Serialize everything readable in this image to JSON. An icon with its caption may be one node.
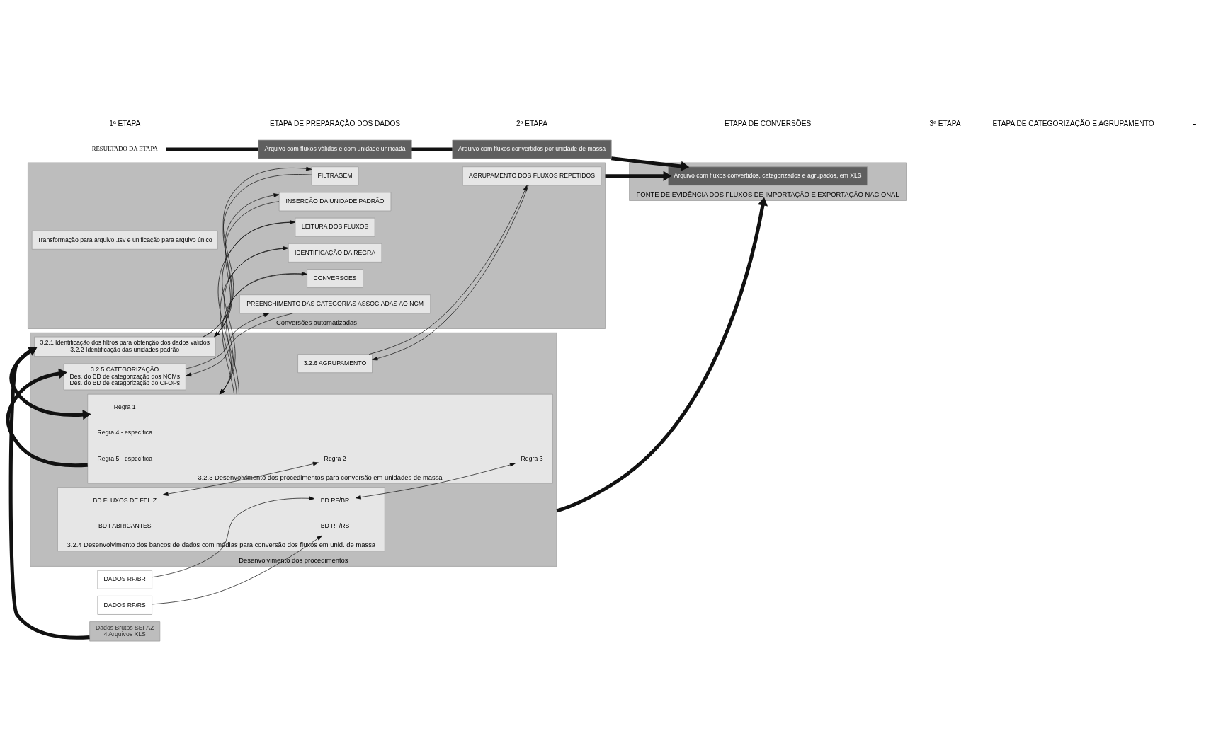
{
  "diagram": {
    "nodes": [
      {
        "text": [
          "Dados Brutos SEFAZ",
          "4 Arquivos XLS"
        ]
      },
      {
        "text": [
          "RESULTADO DA ETAPA"
        ]
      },
      {
        "text": [
          "Desenvolvimento dos procedimentos"
        ]
      },
      {
        "text": [
          "3.2.1 Identificação dos filtros para obtenção dos dados válidos",
          "3.2.2 Identificação das unidades padrão"
        ],
        "in": 2
      },
      {
        "text": [
          "3.2.4 Desenvolvimento dos bancos de dados com médias para conversão dos fluxos em unid. de massa"
        ],
        "in": 2
      },
      {
        "text": [
          "BD FLUXOS DE FELIZ"
        ],
        "in": 4
      },
      {
        "text": [
          "BD RF/BR"
        ],
        "in": 4
      },
      {
        "text": [
          "BD RF/RS"
        ],
        "in": 4
      },
      {
        "text": [
          "BD FABRICANTES"
        ],
        "in": 4
      },
      {
        "text": [
          "3.2.3 Desenvolvimento dos procedimentos para conversão em unidades de massa"
        ],
        "in": 2
      },
      {
        "text": [
          "Regra 1"
        ],
        "in": 9
      },
      {
        "text": [
          "Regra 2"
        ],
        "in": 9
      },
      {
        "text": [
          "Regra 3"
        ],
        "in": 9
      },
      {
        "text": [
          "Regra 4 - específica"
        ],
        "in": 9
      },
      {
        "text": [
          "Regra 5 - específica"
        ],
        "in": 9
      },
      {
        "text": [
          "3.2.5 CATEGORIZAÇÃO",
          "Des. do BD de categorização dos NCMs",
          "Des. do BD de categorização do CFOPs"
        ],
        "in": 2
      },
      {
        "text": [
          "3.2.6 AGRUPAMENTO"
        ],
        "in": 2
      },
      {
        "text": [
          "DADOS RF/BR"
        ]
      },
      {
        "text": [
          "DADOS RF/RS"
        ]
      },
      {
        "text": [
          "Conversões automatizadas"
        ]
      },
      {
        "text": [
          "Transformação para arquivo .tsv e unificação para arquivo único"
        ],
        "in": 19
      },
      {
        "text": [
          "FILTRAGEM"
        ],
        "in": 19
      },
      {
        "text": [
          "INSERÇÃO DA UNIDADE PADRÃO"
        ],
        "in": 19
      },
      {
        "text": [
          "LEITURA DOS FLUXOS"
        ],
        "in": 19
      },
      {
        "text": [
          "IDENTIFICAÇÃO DA REGRA"
        ],
        "in": 19
      },
      {
        "text": [
          "CONVERSÕES"
        ],
        "in": 19
      },
      {
        "text": [
          "PREENCHIMENTO DAS CATEGORIAS ASSOCIADAS AO NCM"
        ],
        "in": 19
      },
      {
        "text": [
          "AGRUPAMENTO DOS FLUXOS REPETIDOS"
        ],
        "in": 19
      },
      {
        "text": [
          "Arquivo com fluxos válidos e com unidade unificada"
        ]
      },
      {
        "text": [
          "Arquivo com fluxos convertidos por unidade de massa"
        ]
      },
      {
        "text": [
          "FONTE DE EVIDÊNCIA DOS FLUXOS DE IMPORTAÇÃO E EXPORTAÇÃO NACIONAL"
        ]
      },
      {
        "text": [
          "Arquivo com fluxos convertidos, categorizados e agrupados, em XLS"
        ],
        "in": 30
      }
    ],
    "edges": [
      {
        "from": 0,
        "to": 3,
        "arrow": "to",
        "style": "thick"
      },
      {
        "from": 3,
        "to": 21,
        "arrow": "to"
      },
      {
        "from": 21,
        "to": 3,
        "arrow": "to"
      },
      {
        "from": 3,
        "to": 22,
        "arrow": "to"
      },
      {
        "from": 22,
        "to": 3,
        "arrow": "to"
      },
      {
        "from": 3,
        "to": 9,
        "arrow": "to",
        "style": "thick"
      },
      {
        "from": 9,
        "to": 23,
        "arrow": "to"
      },
      {
        "from": 23,
        "to": 9,
        "arrow": "to"
      },
      {
        "from": 9,
        "to": 24,
        "arrow": "to"
      },
      {
        "from": 24,
        "to": 9,
        "arrow": "to"
      },
      {
        "from": 9,
        "to": 25,
        "arrow": "to"
      },
      {
        "from": 25,
        "to": 9,
        "arrow": "to"
      },
      {
        "from": 5,
        "to": 11,
        "arrow": "both"
      },
      {
        "from": 6,
        "to": 12,
        "arrow": "both"
      },
      {
        "from": 17,
        "to": 6,
        "arrow": "to"
      },
      {
        "from": 18,
        "to": 7,
        "arrow": "to"
      },
      {
        "from": 9,
        "to": 15,
        "arrow": "to",
        "style": "thick"
      },
      {
        "from": 15,
        "to": 26,
        "arrow": "to"
      },
      {
        "from": 26,
        "to": 15,
        "arrow": "to"
      },
      {
        "from": 16,
        "to": 27,
        "arrow": "to"
      },
      {
        "from": 27,
        "to": 16,
        "arrow": "to"
      },
      {
        "from": 2,
        "to": 30,
        "arrow": "to",
        "style": "thick"
      },
      {
        "from": 19,
        "to": 31,
        "arrow": "to",
        "style": "thick"
      },
      {
        "from": 1,
        "to": 28,
        "arrow": "none",
        "style": "thick"
      },
      {
        "from": 28,
        "to": 29,
        "arrow": "none",
        "style": "thick"
      },
      {
        "from": 29,
        "to": 31,
        "arrow": "to",
        "style": "thick"
      }
    ],
    "labels": [
      "1ª ETAPA",
      "ETAPA DE PREPARAÇÃO DOS DADOS",
      "2ª ETAPA",
      "ETAPA DE CONVERSÕES",
      "3ª ETAPA",
      "ETAPA DE CATEGORIZAÇÃO E AGRUPAMENTO",
      "="
    ]
  }
}
